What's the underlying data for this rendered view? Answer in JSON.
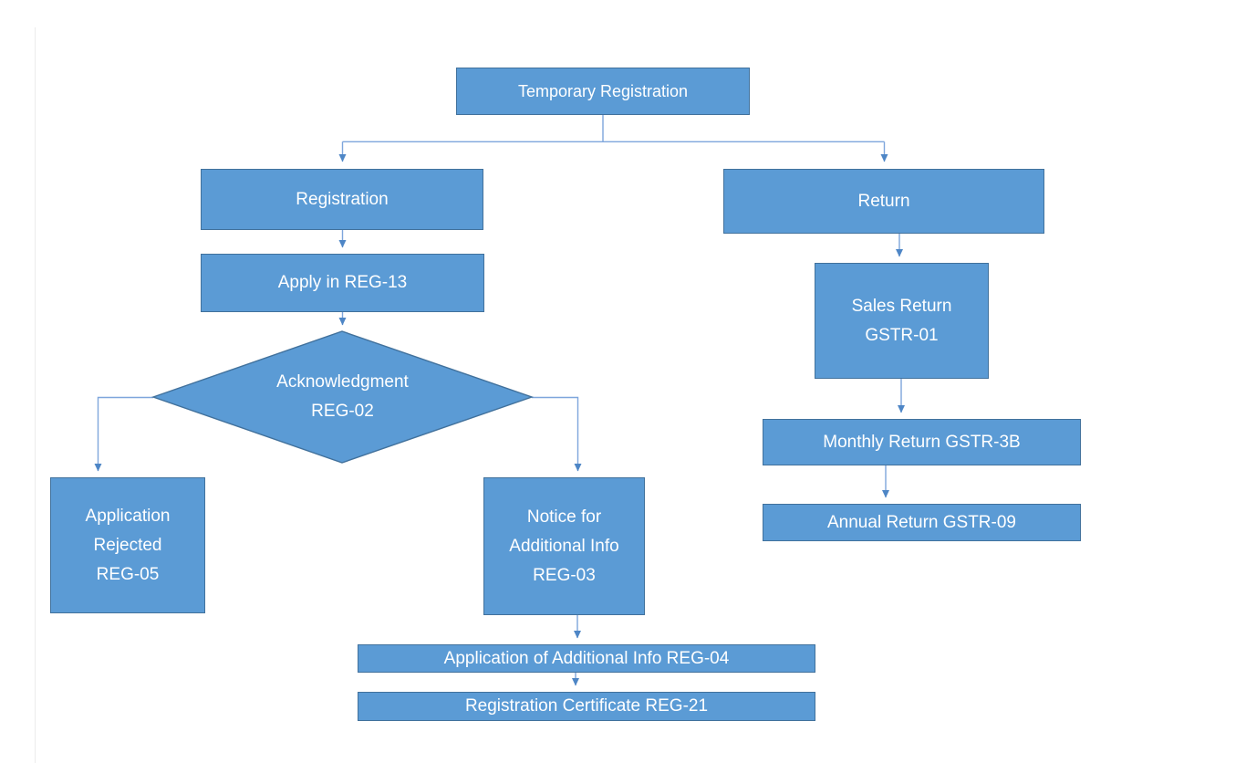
{
  "diagram": {
    "type": "flowchart",
    "topic": "Temporary Registration under GST",
    "colors": {
      "node_fill": "#5B9BD5",
      "node_border": "#41719C",
      "connector": "#7EA6DC",
      "arrowhead": "#4E86C6",
      "node_text": "#FFFFFF",
      "canvas_bg": "#FFFFFF"
    },
    "nodes": {
      "temporary_registration": {
        "shape": "rect",
        "label": "Temporary Registration"
      },
      "registration": {
        "shape": "rect",
        "label": "Registration"
      },
      "apply_reg13": {
        "shape": "rect",
        "label": "Apply in REG-13"
      },
      "acknowledgment_reg02": {
        "shape": "diamond",
        "lines": [
          "Acknowledgment",
          "REG-02"
        ]
      },
      "application_rejected_reg05": {
        "shape": "rect",
        "lines": [
          "Application",
          "Rejected",
          "REG-05"
        ]
      },
      "notice_additional_info_reg03": {
        "shape": "rect",
        "lines": [
          "Notice for",
          "Additional Info",
          "REG-03"
        ]
      },
      "application_additional_info_reg04": {
        "shape": "rect",
        "label": "Application of Additional Info REG-04"
      },
      "registration_certificate_reg21": {
        "shape": "rect",
        "label": "Registration Certificate REG-21"
      },
      "return": {
        "shape": "rect",
        "label": "Return"
      },
      "sales_return_gstr01": {
        "shape": "rect",
        "lines": [
          "Sales Return",
          "GSTR-01"
        ]
      },
      "monthly_return_gstr3b": {
        "shape": "rect",
        "label": "Monthly Return GSTR-3B"
      },
      "annual_return_gstr09": {
        "shape": "rect",
        "label": "Annual Return GSTR-09"
      }
    },
    "edges": [
      {
        "from": "Temporary Registration",
        "to": "Registration"
      },
      {
        "from": "Temporary Registration",
        "to": "Return"
      },
      {
        "from": "Registration",
        "to": "Apply in REG-13"
      },
      {
        "from": "Apply in REG-13",
        "to": "Acknowledgment REG-02"
      },
      {
        "from": "Acknowledgment REG-02",
        "to": "Application Rejected REG-05"
      },
      {
        "from": "Acknowledgment REG-02",
        "to": "Notice for Additional Info REG-03"
      },
      {
        "from": "Notice for Additional Info REG-03",
        "to": "Application of Additional Info REG-04"
      },
      {
        "from": "Application of Additional Info REG-04",
        "to": "Registration Certificate REG-21"
      },
      {
        "from": "Return",
        "to": "Sales Return GSTR-01"
      },
      {
        "from": "Sales Return GSTR-01",
        "to": "Monthly Return GSTR-3B"
      },
      {
        "from": "Monthly Return GSTR-3B",
        "to": "Annual Return GSTR-09"
      }
    ]
  }
}
